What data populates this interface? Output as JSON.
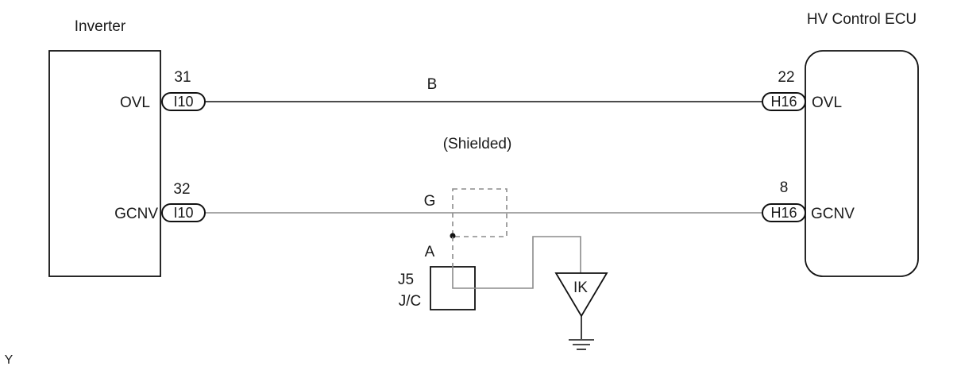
{
  "components": {
    "inverter": {
      "title": "Inverter"
    },
    "hv_ecu": {
      "title": "HV Control ECU"
    }
  },
  "circuits": [
    {
      "left_terminal": "OVL",
      "left_pin": "31",
      "left_connector": "I10",
      "wire_color": "B",
      "right_pin": "22",
      "right_connector": "H16",
      "right_terminal": "OVL",
      "line_color": "#111111"
    },
    {
      "left_terminal": "GCNV",
      "left_pin": "32",
      "left_connector": "I10",
      "wire_color": "G",
      "right_pin": "8",
      "right_connector": "H16",
      "right_terminal": "GCNV",
      "line_color": "#8c8c8c"
    }
  ],
  "shield": {
    "label": "(Shielded)",
    "drain_wire_color": "A",
    "junction_id": "J5",
    "junction_type": "J/C",
    "ground_point": "IK"
  },
  "corner_mark": "Y"
}
